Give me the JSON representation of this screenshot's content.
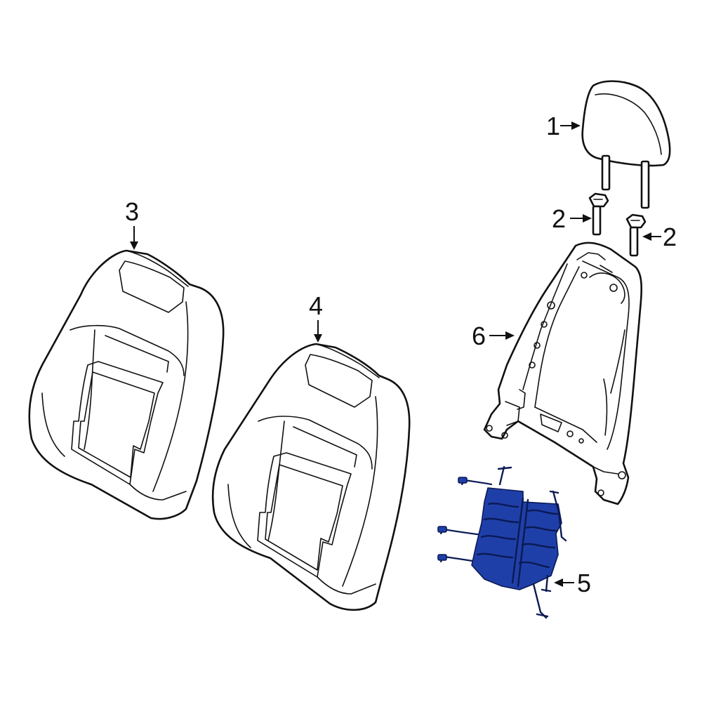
{
  "diagram": {
    "callouts": [
      {
        "id": "1",
        "label": "1"
      },
      {
        "id": "2a",
        "label": "2"
      },
      {
        "id": "2b",
        "label": "2"
      },
      {
        "id": "3",
        "label": "3"
      },
      {
        "id": "4",
        "label": "4"
      },
      {
        "id": "5",
        "label": "5"
      },
      {
        "id": "6",
        "label": "6"
      }
    ],
    "highlight_color": "#1f3fa8",
    "line_color": "#111111"
  }
}
